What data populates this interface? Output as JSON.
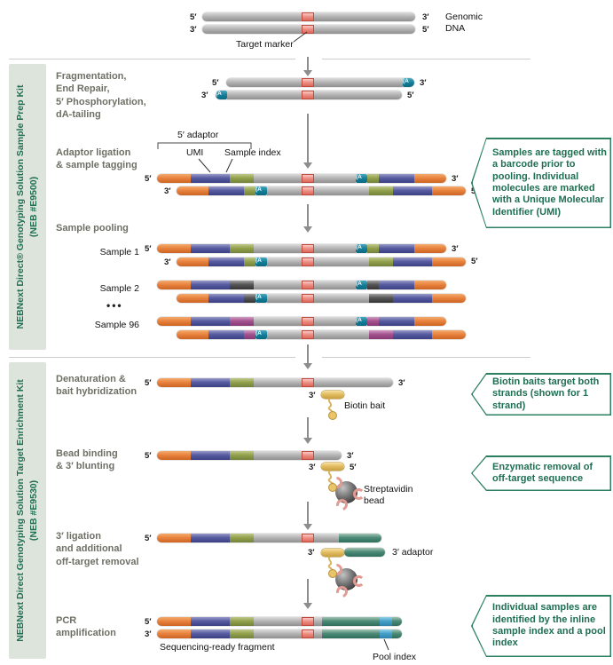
{
  "labels": {
    "five": "5′",
    "three": "3′",
    "a_chip": "(A"
  },
  "top": {
    "genomic": "Genomic\nDNA",
    "target_marker": "Target marker"
  },
  "kits": [
    {
      "title": "NEBNext Direct® Genotyping Solution Sample Prep Kit",
      "catalog": "(NEB #E9500)"
    },
    {
      "title": "NEBNext Direct Genotyping Solution Target Enrichment Kit",
      "catalog": "(NEB #E9530)"
    }
  ],
  "steps": {
    "fragmentation": "Fragmentation,\nEnd Repair,\n5′ Phosphorylation,\ndA-tailing",
    "adaptor": "Adaptor ligation\n& sample tagging",
    "pooling": "Sample pooling",
    "denaturation": "Denaturation &\nbait hybridization",
    "bead_binding": "Bead binding\n& 3′ blunting",
    "ligation": "3′ ligation\nand additional\noff-target removal",
    "pcr": "PCR\namplification"
  },
  "adaptor_labels": {
    "bracket": "5′ adaptor",
    "umi": "UMI",
    "sample_index": "Sample index"
  },
  "samples": {
    "s1": "Sample 1",
    "s2": "Sample 2",
    "dots": "•••",
    "s96": "Sample 96"
  },
  "enrichment": {
    "biotin_bait": "Biotin bait",
    "streptavidin_bead": "Streptavidin bead",
    "adaptor3": "3′ adaptor",
    "seq_ready": "Sequencing-ready fragment",
    "pool_index": "Pool index"
  },
  "callouts": [
    "Samples are tagged with a barcode prior to pooling. Individual molecules are marked with a Unique Molecular Identifier (UMI)",
    "Biotin baits target both strands (shown for 1 strand)",
    "Enzymatic removal of off-target sequence",
    "Individual samples are identified by the inline sample index and a pool index"
  ],
  "colors": {
    "accent_green": "#1e6f52",
    "callout_border": "#2c8060",
    "sidebar_bg": "#dce4dc",
    "adaptor_orange": "#e8833f",
    "umi_blue": "#575ba0",
    "index_green": "#93a24c",
    "index_gray": "#565656",
    "index_magenta": "#a4538f",
    "da_tail_teal": "#157e98",
    "target_red": "#ec8d82",
    "adaptor3_teal": "#4d8b77",
    "pool_index_blue": "#46a0c8",
    "bait_yellow": "#e3bd62"
  }
}
